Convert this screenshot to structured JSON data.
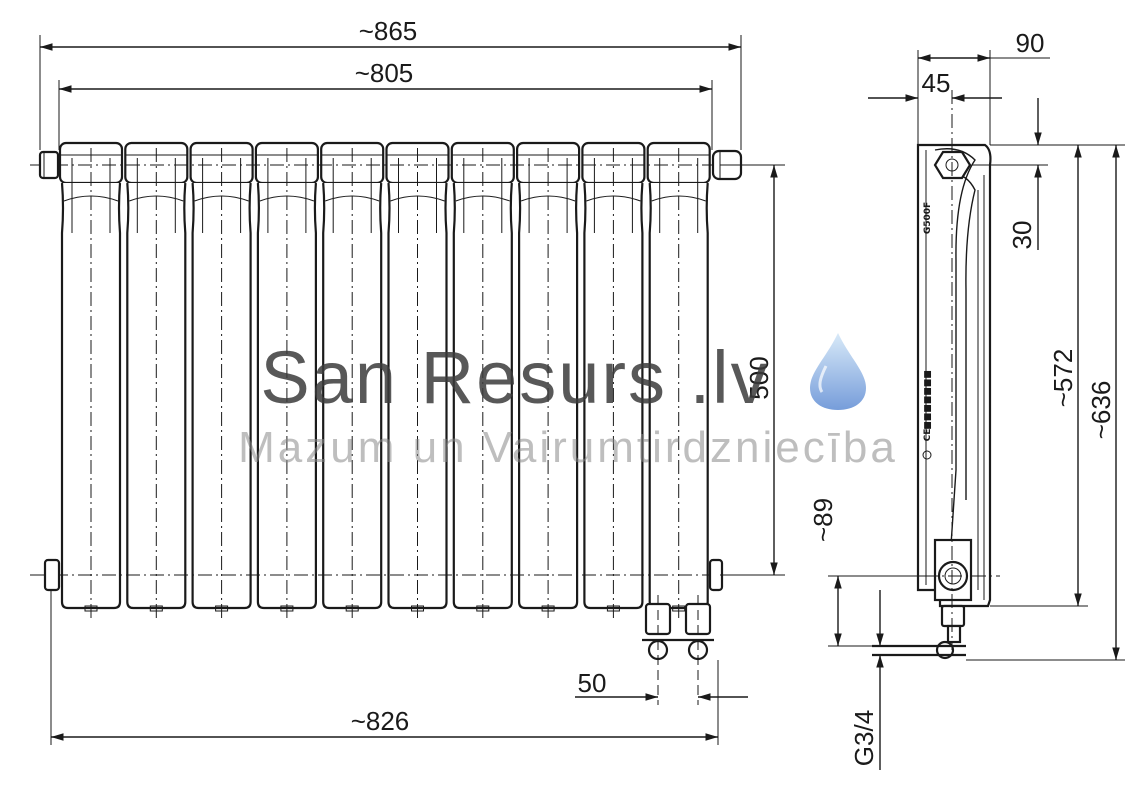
{
  "dimensions": {
    "overall_width": "~865",
    "nipple_width": "~805",
    "base_width": "~826",
    "axis_distance": "500",
    "connection_spacing": "50",
    "depth": "90",
    "half_depth": "45",
    "top_offset": "30",
    "body_height": "~572",
    "total_height": "~636",
    "bottom_offset": "~89",
    "thread": "G3/4"
  },
  "side_view": {
    "model_mark": "G500F",
    "ce_mark": "CE"
  },
  "watermark": {
    "title": "San Resurs .lv",
    "subtitle": "Mazum un Vairumtirdzniecība"
  },
  "colors": {
    "line": "#1a1a1a",
    "drop_light": "#c7dff6",
    "drop_dark": "#7fa6de"
  },
  "section_count": 10
}
